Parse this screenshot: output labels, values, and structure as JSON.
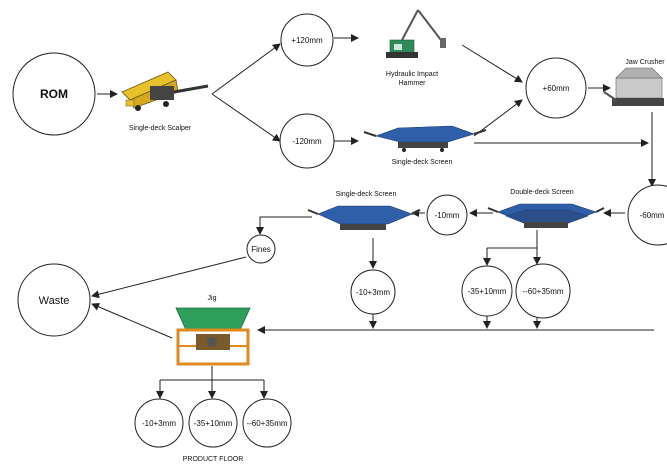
{
  "nodes": {
    "rom": "ROM",
    "plus120": "+120mm",
    "minus120": "-120mm",
    "plus60": "+60mm",
    "minus60": "-60mm",
    "minus10": "-10mm",
    "fines": "Fines",
    "waste": "Waste",
    "m10p3": "-10+3mm",
    "m35p10": "-35+10mm",
    "m60p35": "--60+35mm",
    "pf_m10p3": "-10+3mm",
    "pf_m35p10": "-35+10mm",
    "pf_m60p35": "--60+35mm"
  },
  "equipment": {
    "scalper": "Single-deck Scalper",
    "hammer_line1": "Hydraulic Impact",
    "hammer_line2": "Hammer",
    "screen1": "Single-deck Screen",
    "jaw": "Jaw Crusher",
    "double_screen": "Double-deck Screen",
    "single_screen2": "Single-deck Screen",
    "jig": "Jig"
  },
  "footer": "PRODUCT FLOOR",
  "icons": {
    "scalper": "scalper-machine-icon",
    "hammer": "impact-hammer-icon",
    "screen": "screen-machine-icon",
    "jaw": "jaw-crusher-icon",
    "jig": "jig-machine-icon"
  },
  "colors": {
    "scalper_body": "#e6c12a",
    "screen_deck": "#2f5fa8",
    "hammer_body": "#2e8b57",
    "jig_tank": "#2e9e5a",
    "jig_frame": "#e08a1e",
    "jaw_body": "#c9c9c9"
  }
}
